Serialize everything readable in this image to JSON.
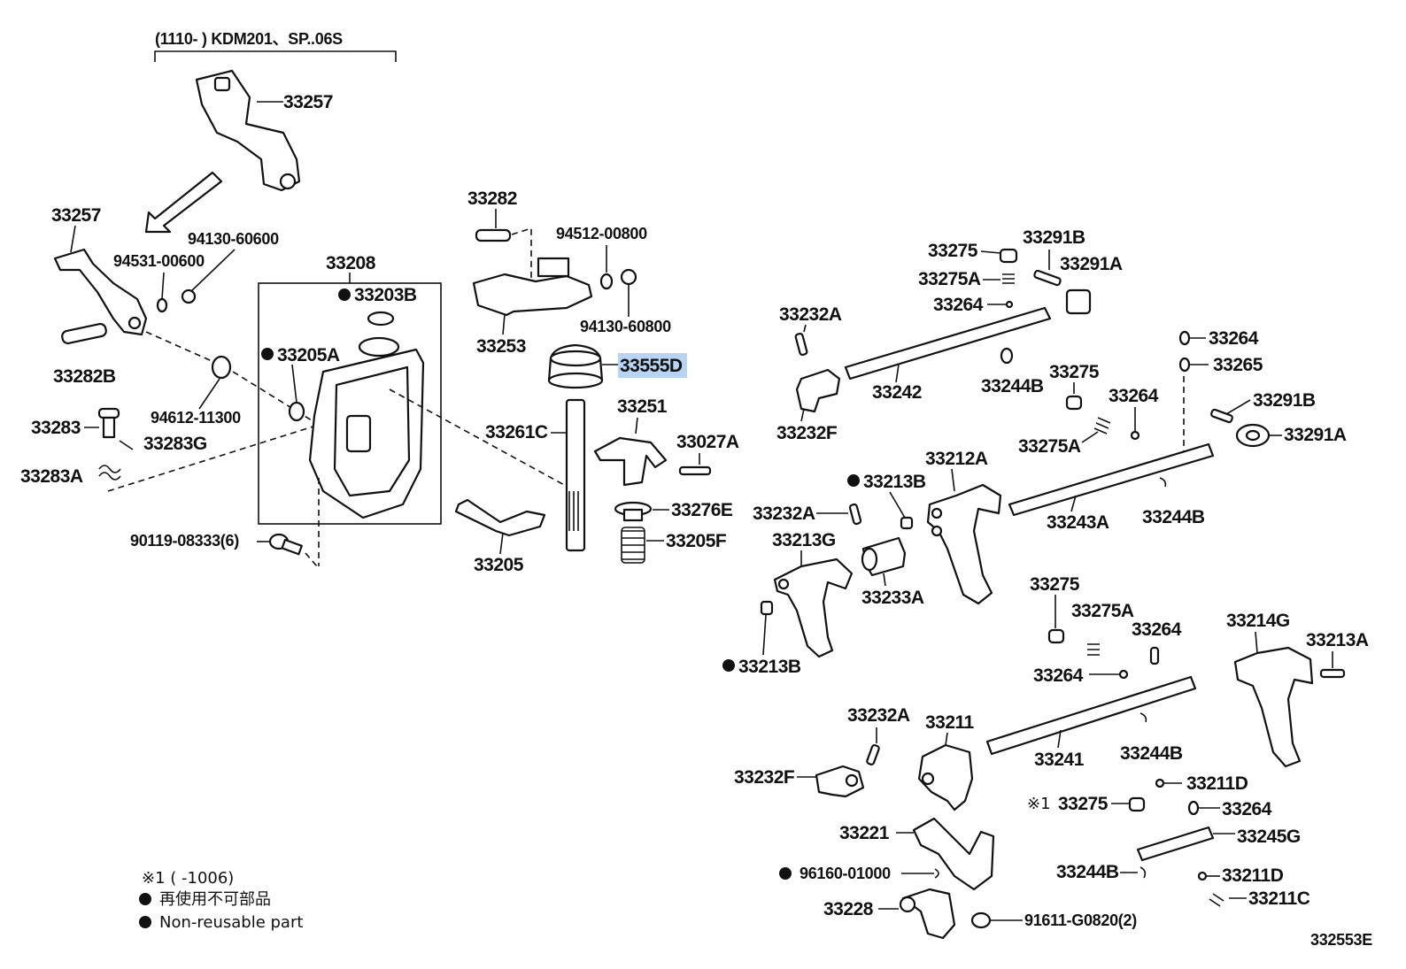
{
  "header_note": "(1110-      ) KDM201、SP..06S",
  "figure_code": "332553E",
  "legend": {
    "note1": "※1 (       -1006)",
    "note_ja": "再使用不可部品",
    "note_en": "Non-reusable part"
  },
  "highlighted_part": "33555D",
  "parts": {
    "p33257_top": "33257",
    "p33257": "33257",
    "p94130_60600": "94130-60600",
    "p94531_00600": "94531-00600",
    "p33282B": "33282B",
    "p33208": "33208",
    "p33203B": "33203B",
    "p33205A": "33205A",
    "p94612_11300": "94612-11300",
    "p33283": "33283",
    "p33283G": "33283G",
    "p33283A": "33283A",
    "p90119": "90119-08333(6)",
    "p33282": "33282",
    "p94512_00800": "94512-00800",
    "p33253": "33253",
    "p94130_60800": "94130-60800",
    "p33555D": "33555D",
    "p33261C": "33261C",
    "p33251": "33251",
    "p33027A": "33027A",
    "p33276E": "33276E",
    "p33205F": "33205F",
    "p33205": "33205",
    "p33275_a": "33275",
    "p33291B_a": "33291B",
    "p33275A_a": "33275A",
    "p33291A_a": "33291A",
    "p33264_a": "33264",
    "p33232A_a": "33232A",
    "p33242": "33242",
    "p33232F_a": "33232F",
    "p33244B_a": "33244B",
    "p33264_b": "33264",
    "p33265": "33265",
    "p33275_b": "33275",
    "p33264_c": "33264",
    "p33291B_b": "33291B",
    "p33291A_b": "33291A",
    "p33275A_b": "33275A",
    "p33212A": "33212A",
    "p33213B_a": "33213B",
    "p33232A_b": "33232A",
    "p33243A": "33243A",
    "p33244B_b": "33244B",
    "p33213G": "33213G",
    "p33233A": "33233A",
    "p33275_c": "33275",
    "p33275A_c": "33275A",
    "p33264_d": "33264",
    "p33213B_b": "33213B",
    "p33214G": "33214G",
    "p33213A": "33213A",
    "p33264_e": "33264",
    "p33232A_c": "33232A",
    "p33211": "33211",
    "p33241": "33241",
    "p33244B_c": "33244B",
    "p33232F_b": "33232F",
    "p33211D_a": "33211D",
    "p33275_d": "33275",
    "p33264_f": "33264",
    "p33221": "33221",
    "p33245G": "33245G",
    "p96160": "96160-01000",
    "p33244B_d": "33244B",
    "p33211D_b": "33211D",
    "p33211C": "33211C",
    "p33228": "33228",
    "p91611": "91611-G0820(2)",
    "mark_x1": "※1"
  }
}
